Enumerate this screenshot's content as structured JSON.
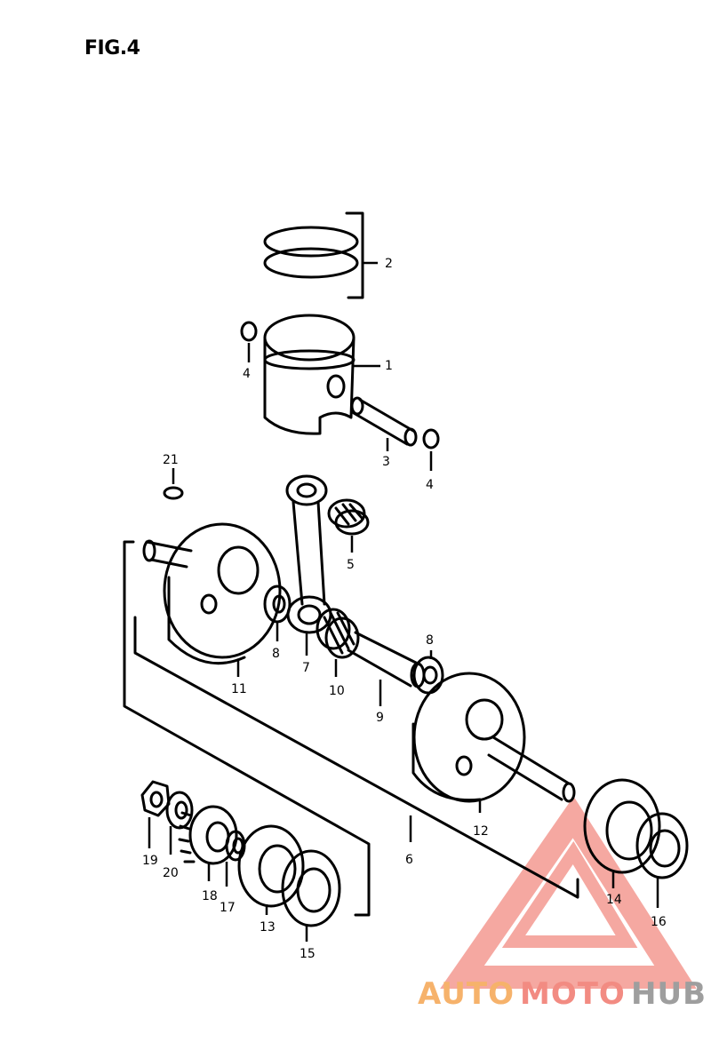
{
  "title": "FIG.4",
  "labels": {
    "p1": "1",
    "p2": "2",
    "p3": "3",
    "p4a": "4",
    "p4b": "4",
    "p5": "5",
    "p6": "6",
    "p7": "7",
    "p8a": "8",
    "p8b": "8",
    "p9": "9",
    "p10": "10",
    "p11": "11",
    "p12": "12",
    "p13": "13",
    "p14": "14",
    "p15": "15",
    "p16": "16",
    "p17": "17",
    "p18": "18",
    "p19": "19",
    "p20": "20",
    "p21": "21"
  },
  "watermark": {
    "part1": "AUTO",
    "part2": "MOTO",
    "part3": "HUB",
    "color_orange": "#f6b26b",
    "color_red": "#f28b82",
    "color_gray": "#bdbdbd"
  }
}
